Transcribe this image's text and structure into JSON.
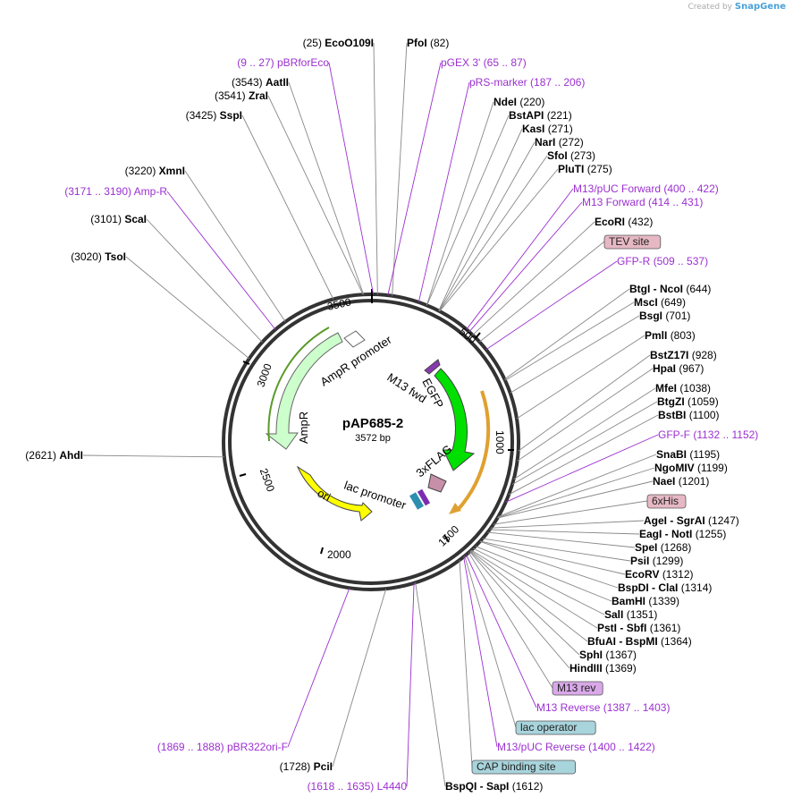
{
  "branding": {
    "created_by": "Created by",
    "app": "SnapGene"
  },
  "plasmid": {
    "name": "pAP685-2",
    "length_label": "3572 bp",
    "length": 3572
  },
  "colors": {
    "backbone": "#333333",
    "leader_site": "#888888",
    "primer": "#9b30d0",
    "enzyme_text": "#000000",
    "coords_text": "#000000",
    "tag_fill": "#e6b8c4",
    "blue_tag_fill": "#a8d4dc",
    "ampr": "#ccffcc",
    "egfp": "#00e000",
    "ori": "#ffff00",
    "flag": "#c890a8",
    "promoter": "#ffffff"
  },
  "ticks": [
    "500",
    "1000",
    "1500",
    "2000",
    "2500",
    "3000",
    "3500"
  ],
  "features": [
    {
      "name": "AmpR promoter",
      "type": "promoter"
    },
    {
      "name": "AmpR",
      "type": "cds"
    },
    {
      "name": "ori",
      "type": "ori"
    },
    {
      "name": "lac promoter",
      "type": "promoter"
    },
    {
      "name": "EGFP",
      "type": "cds"
    },
    {
      "name": "3xFLAG",
      "type": "tag"
    },
    {
      "name": "M13 fwd",
      "type": "primer_bind"
    }
  ],
  "right_labels": [
    {
      "kind": "enzyme",
      "names": [
        "PfoI"
      ],
      "coord": "(82)"
    },
    {
      "kind": "primer",
      "name": "pGEX 3'",
      "coord": "(65 .. 87)"
    },
    {
      "kind": "primer",
      "name": "pRS-marker",
      "coord": "(187 .. 206)"
    },
    {
      "kind": "enzyme",
      "names": [
        "NdeI"
      ],
      "coord": "(220)"
    },
    {
      "kind": "enzyme",
      "names": [
        "BstAPI"
      ],
      "coord": "(221)"
    },
    {
      "kind": "enzyme",
      "names": [
        "KasI"
      ],
      "coord": "(271)"
    },
    {
      "kind": "enzyme",
      "names": [
        "NarI"
      ],
      "coord": "(272)"
    },
    {
      "kind": "enzyme",
      "names": [
        "SfoI"
      ],
      "coord": "(273)"
    },
    {
      "kind": "enzyme",
      "names": [
        "PluTI"
      ],
      "coord": "(275)"
    },
    {
      "kind": "primer",
      "name": "M13/pUC Forward",
      "coord": "(400 .. 422)"
    },
    {
      "kind": "primer",
      "name": "M13 Forward",
      "coord": "(414 .. 431)"
    },
    {
      "kind": "enzyme",
      "names": [
        "EcoRI"
      ],
      "coord": "(432)"
    },
    {
      "kind": "box",
      "name": "TEV site"
    },
    {
      "kind": "primer",
      "name": "GFP-R",
      "coord": "(509 .. 537)"
    },
    {
      "kind": "enzyme",
      "names": [
        "BtgI",
        "NcoI"
      ],
      "coord": "(644)"
    },
    {
      "kind": "enzyme",
      "names": [
        "MscI"
      ],
      "coord": "(649)"
    },
    {
      "kind": "enzyme",
      "names": [
        "BsgI"
      ],
      "coord": "(701)"
    },
    {
      "kind": "enzyme",
      "names": [
        "PmlI"
      ],
      "coord": "(803)"
    },
    {
      "kind": "enzyme",
      "names": [
        "BstZ17I"
      ],
      "coord": "(928)"
    },
    {
      "kind": "enzyme",
      "names": [
        "HpaI"
      ],
      "coord": "(967)"
    },
    {
      "kind": "enzyme",
      "names": [
        "MfeI"
      ],
      "coord": "(1038)"
    },
    {
      "kind": "enzyme",
      "names": [
        "BtgZI"
      ],
      "coord": "(1059)"
    },
    {
      "kind": "enzyme",
      "names": [
        "BstBI"
      ],
      "coord": "(1100)"
    },
    {
      "kind": "primer",
      "name": "GFP-F",
      "coord": "(1132 .. 1152)"
    },
    {
      "kind": "enzyme",
      "names": [
        "SnaBI"
      ],
      "coord": "(1195)"
    },
    {
      "kind": "enzyme",
      "names": [
        "NgoMIV"
      ],
      "coord": "(1199)"
    },
    {
      "kind": "enzyme",
      "names": [
        "NaeI"
      ],
      "coord": "(1201)"
    },
    {
      "kind": "box",
      "name": "6xHis"
    },
    {
      "kind": "enzyme",
      "names": [
        "AgeI",
        "SgrAI"
      ],
      "coord": "(1247)"
    },
    {
      "kind": "enzyme",
      "names": [
        "EagI",
        "NotI"
      ],
      "coord": "(1255)"
    },
    {
      "kind": "enzyme",
      "names": [
        "SpeI"
      ],
      "coord": "(1268)"
    },
    {
      "kind": "enzyme",
      "names": [
        "PsiI"
      ],
      "coord": "(1299)"
    },
    {
      "kind": "enzyme",
      "names": [
        "EcoRV"
      ],
      "coord": "(1312)"
    },
    {
      "kind": "enzyme",
      "names": [
        "BspDI",
        "ClaI"
      ],
      "coord": "(1314)"
    },
    {
      "kind": "enzyme",
      "names": [
        "BamHI"
      ],
      "coord": "(1339)"
    },
    {
      "kind": "enzyme",
      "names": [
        "SalI"
      ],
      "coord": "(1351)"
    },
    {
      "kind": "enzyme",
      "names": [
        "PstI",
        "SbfI"
      ],
      "coord": "(1361)"
    },
    {
      "kind": "enzyme",
      "names": [
        "BfuAI",
        "BspMI"
      ],
      "coord": "(1364)"
    },
    {
      "kind": "enzyme",
      "names": [
        "SphI"
      ],
      "coord": "(1367)"
    },
    {
      "kind": "enzyme",
      "names": [
        "HindIII"
      ],
      "coord": "(1369)"
    },
    {
      "kind": "box",
      "name": "M13 rev"
    },
    {
      "kind": "primer",
      "name": "M13 Reverse",
      "coord": "(1387 .. 1403)"
    },
    {
      "kind": "box",
      "name": "lac operator"
    },
    {
      "kind": "primer",
      "name": "M13/pUC Reverse",
      "coord": "(1400 .. 1422)"
    },
    {
      "kind": "box",
      "name": "CAP binding site"
    },
    {
      "kind": "enzyme",
      "names": [
        "BspQI",
        "SapI"
      ],
      "coord": "(1612)"
    }
  ],
  "left_labels": [
    {
      "kind": "enzyme",
      "names": [
        "EcoO109I"
      ],
      "coord": "(25)"
    },
    {
      "kind": "primer",
      "name": "pBRforEco",
      "coord": "(9 .. 27)"
    },
    {
      "kind": "enzyme",
      "names": [
        "AatII"
      ],
      "coord": "(3543)"
    },
    {
      "kind": "enzyme",
      "names": [
        "ZraI"
      ],
      "coord": "(3541)"
    },
    {
      "kind": "enzyme",
      "names": [
        "SspI"
      ],
      "coord": "(3425)"
    },
    {
      "kind": "enzyme",
      "names": [
        "XmnI"
      ],
      "coord": "(3220)"
    },
    {
      "kind": "primer",
      "name": "Amp-R",
      "coord": "(3171 .. 3190)"
    },
    {
      "kind": "enzyme",
      "names": [
        "ScaI"
      ],
      "coord": "(3101)"
    },
    {
      "kind": "enzyme",
      "names": [
        "TsoI"
      ],
      "coord": "(3020)"
    },
    {
      "kind": "enzyme",
      "names": [
        "AhdI"
      ],
      "coord": "(2621)"
    },
    {
      "kind": "primer",
      "name": "pBR322ori-F",
      "coord": "(1869 .. 1888)"
    },
    {
      "kind": "enzyme",
      "names": [
        "PciI"
      ],
      "coord": "(1728)"
    },
    {
      "kind": "primer",
      "name": "L4440",
      "coord": "(1618 .. 1635)"
    }
  ]
}
